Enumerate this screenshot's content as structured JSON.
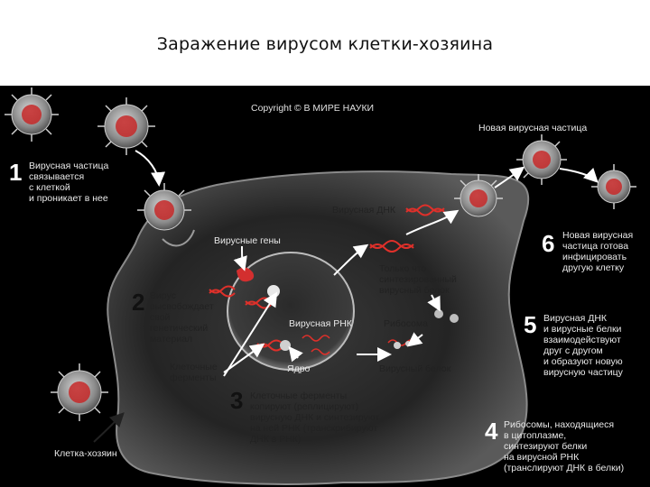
{
  "title": "Заражение вирусом клетки-хозяина",
  "copyright": "Copyright © В МИРЕ НАУКИ",
  "labels": {
    "new_virus_particle": "Новая вирусная частица",
    "viral_dna": "Вирусная ДНК",
    "viral_genes": "Вирусные гены",
    "new_protein": "Только что\nсинтезированный\nвирусный белок",
    "viral_rna": "Вирусная РНК",
    "ribosome": "Рибосома",
    "cell_enzymes": "Клеточные\nферменты",
    "nucleus": "Ядро",
    "viral_protein": "Вирусный белок",
    "host_cell": "Клетка-хозяин"
  },
  "steps": [
    {
      "num": "1",
      "text": "Вирусная частица\nсвязывается\nс клеткой\nи проникает в нее"
    },
    {
      "num": "2",
      "text": "Вирус\nвысвобождает\nсвой\nгенетический\nматериал"
    },
    {
      "num": "3",
      "text": "Клеточные ферменты\nкопируют (реплицируют)\nвирусную ДНК и синтезируют\nна ней РНК (транскрибируют\nДНК в РНК)"
    },
    {
      "num": "4",
      "text": "Рибосомы, находящиеся\nв цитоплазме,\nсинтезируют белки\nна вирусной РНК\n(транслируют ДНК в белки)"
    },
    {
      "num": "5",
      "text": "Вирусная ДНК\nи вирусные белки\nвзаимодействуют\nдруг с другом\nи образуют новую\nвирусную частицу"
    },
    {
      "num": "6",
      "text": "Новая вирусная\nчастица готова\nинфицировать\nдругую клетку"
    }
  ]
}
